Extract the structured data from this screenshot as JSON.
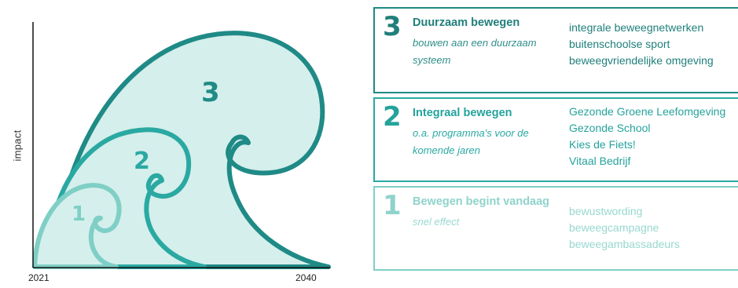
{
  "diagram": {
    "axis": {
      "y_label": "impact",
      "x_start": "2021",
      "x_end": "2040"
    },
    "waves": [
      {
        "number": "1",
        "color": "#7fcfc6"
      },
      {
        "number": "2",
        "color": "#2aa9a2"
      },
      {
        "number": "3",
        "color": "#1f8a86"
      }
    ],
    "fill_color": "#d5efec"
  },
  "steps": [
    {
      "number": "3",
      "title": "Duurzaam bewegen",
      "subtitle": "bouwen aan een duurzaam systeem",
      "items": [
        "integrale beweegnetwerken",
        "buitenschoolse sport",
        "beweegvriendelijke omgeving"
      ]
    },
    {
      "number": "2",
      "title": "Integraal bewegen",
      "subtitle": "o.a. programma's voor de komende jaren",
      "items": [
        "Gezonde Groene Leefomgeving",
        "Gezonde School",
        "Kies de Fiets!",
        "Vitaal Bedrijf"
      ]
    },
    {
      "number": "1",
      "title": "Bewegen begint vandaag",
      "subtitle": "snel effect",
      "items": [
        "bewustwording",
        "beweegcampagne",
        "beweegambassadeurs"
      ]
    }
  ]
}
